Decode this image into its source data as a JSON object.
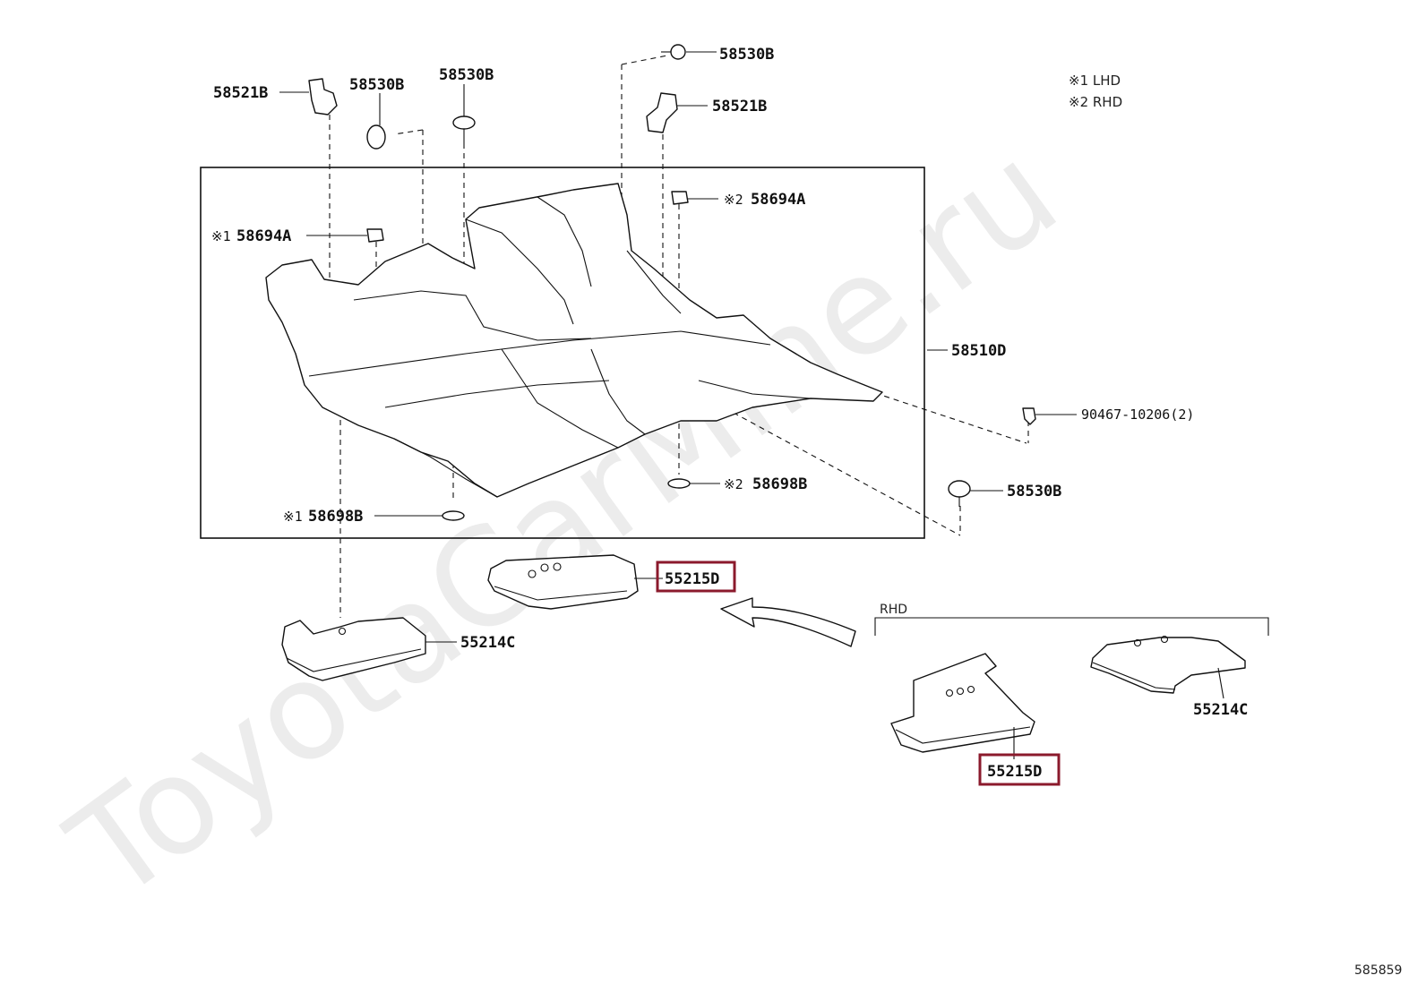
{
  "watermark": "ToyotaCarMine.ru",
  "legend": [
    "※1 LHD",
    "※2 RHD"
  ],
  "figure_id": "585859",
  "rhd_label": "RHD",
  "parts": {
    "clip_top_right": "58530B",
    "hook_left": "58521B",
    "clip_left": "58530B",
    "clip_center": "58530B",
    "hook_right": "58521B",
    "ring_right": "58694A",
    "ring_right_mark": "※2",
    "ring_left": "58694A",
    "ring_left_mark": "※1",
    "carpet": "58510D",
    "screw": "90467-10206(2)",
    "grommet_right": "58698B",
    "grommet_right_mark": "※2",
    "grommet_left": "58698B",
    "grommet_left_mark": "※1",
    "clip_bottom_right": "58530B",
    "mat_center": "55215D",
    "mat_left": "55214C",
    "rhd_mat_left": "55215D",
    "rhd_mat_right": "55214C"
  },
  "highlight_color": "#8b1a2c"
}
